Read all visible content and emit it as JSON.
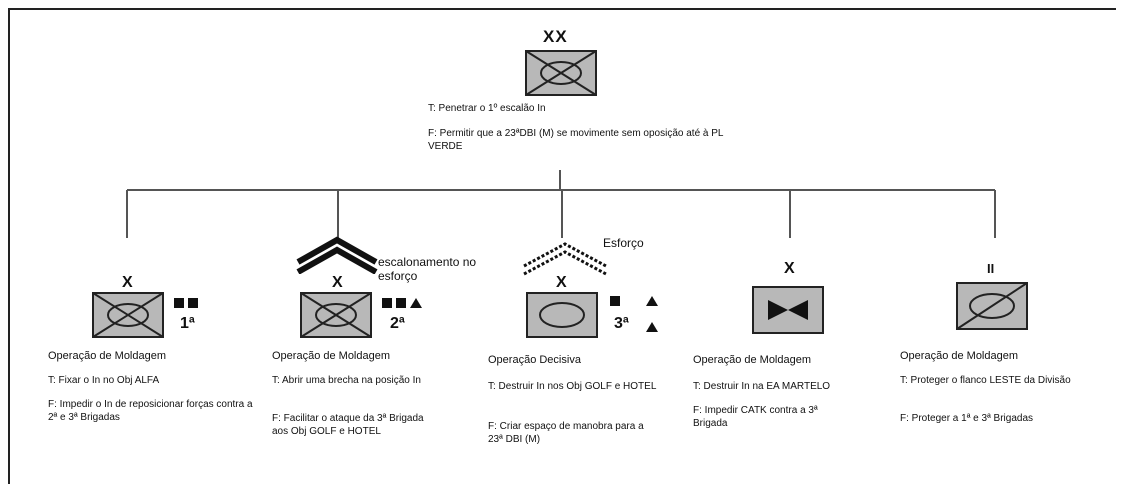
{
  "top": {
    "echelon": "XX",
    "task": "T:  Penetrar o 1º escalão In",
    "purpose": "F:  Permitir que a 23ªDBI (M) se movimente sem oposição até à PL VERDE"
  },
  "units": [
    {
      "echelon": "X",
      "number": "1ª",
      "title": "Operação de Moldagem",
      "task": "T:  Fixar o In no Obj ALFA",
      "purpose": "F:  Impedir o In de reposicionar forças contra a 2ª e 3ª Brigadas"
    },
    {
      "echelon": "X",
      "number": "2ª",
      "note": "escalonamento no esforço",
      "title": "Operação de Moldagem",
      "task": "T:  Abrir uma brecha na posição In",
      "purpose": "F:  Facilitar o ataque da 3ª Brigada aos Obj GOLF e HOTEL"
    },
    {
      "echelon": "X",
      "number": "3ª",
      "note": "Esforço",
      "title": "Operação Decisiva",
      "task": "T:  Destruir In nos Obj GOLF e HOTEL",
      "purpose": "F:  Criar espaço de manobra para a 23ª DBI (M)"
    },
    {
      "echelon": "X",
      "title": "Operação de Moldagem",
      "task": "T:  Destruir In na EA MARTELO",
      "purpose": "F:  Impedir CATK contra a 3ª Brigada"
    },
    {
      "echelon": "II",
      "title": "Operação de Moldagem",
      "task": "T:  Proteger o flanco LESTE da Divisão",
      "purpose": "F:  Proteger a 1ª e 3ª Brigadas"
    }
  ],
  "colors": {
    "symbol_fill": "#b8b8b8",
    "stroke": "#222222"
  }
}
